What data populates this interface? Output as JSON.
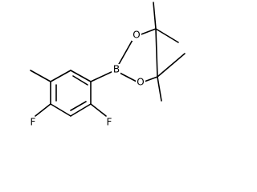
{
  "molecule": {
    "atoms": {
      "boron": "B",
      "oxygen_top": "O",
      "oxygen_bottom": "O",
      "fluorine_left": "F",
      "fluorine_right": "F"
    }
  }
}
